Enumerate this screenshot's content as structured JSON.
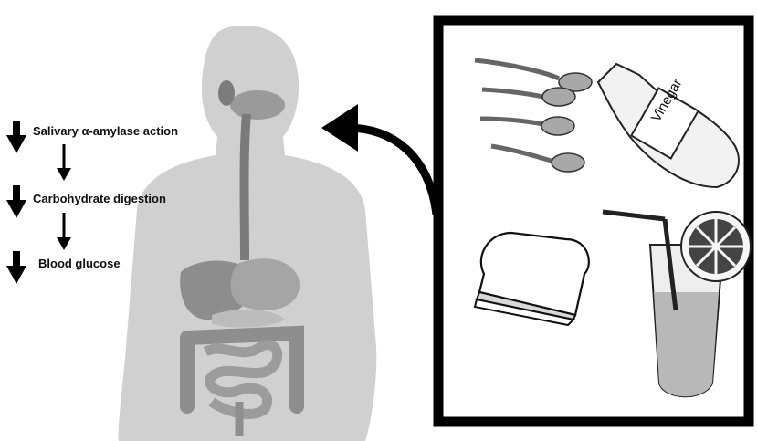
{
  "steps": [
    {
      "label": "Salivary α-amylase action"
    },
    {
      "label": "Carbohydrate digestion"
    },
    {
      "label": "Blood glucose"
    }
  ],
  "food_panel": {
    "bottle_label": "Vinegar"
  },
  "colors": {
    "body": "#cdcdcd",
    "organ_dark": "#8a8a8a",
    "organ_mid": "#a9a9a9",
    "frame": "#000000"
  },
  "icons": [
    "down-arrow-icon",
    "curved-arrow-icon",
    "spoon-icon",
    "vinegar-bottle-icon",
    "bread-slice-icon",
    "lemon-drink-icon"
  ]
}
